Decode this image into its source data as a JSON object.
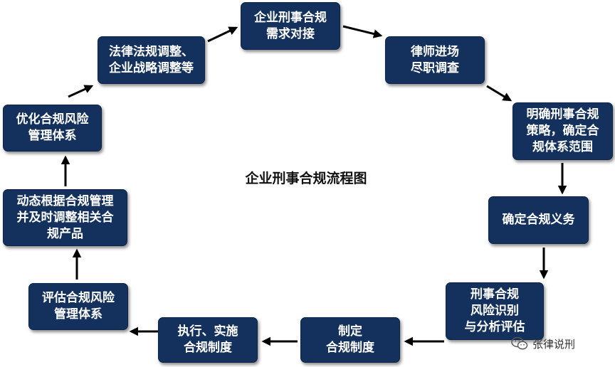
{
  "diagram": {
    "center_title": "企业刑事合规流程图",
    "steps": [
      {
        "id": "demand",
        "text": "企业刑事合规\n需求对接"
      },
      {
        "id": "due-diligence",
        "text": "律师进场\n尽职调查"
      },
      {
        "id": "strategy",
        "text": "明确刑事合规\n策略，确定合\n规体系范围"
      },
      {
        "id": "obligations",
        "text": "确定合规义务"
      },
      {
        "id": "risk-identify",
        "text": "刑事合规\n风险识别\n与分析评估"
      },
      {
        "id": "formulate",
        "text": "制定\n合规制度"
      },
      {
        "id": "implement",
        "text": "执行、实施\n合规制度"
      },
      {
        "id": "evaluate",
        "text": "评估合规风险\n管理体系"
      },
      {
        "id": "adjust",
        "text": "动态根据合规管理\n并及时调整相关合\n规产品"
      },
      {
        "id": "optimize",
        "text": "优化合规风险\n管理体系"
      },
      {
        "id": "law-change",
        "text": "法律法规调整、\n企业战略调整等"
      }
    ]
  },
  "watermark": {
    "text": "张律说刑",
    "icon": "wechat-icon"
  },
  "colors": {
    "box_fill": "#13315c",
    "box_text": "#ffffff",
    "arrow": "#000000"
  }
}
